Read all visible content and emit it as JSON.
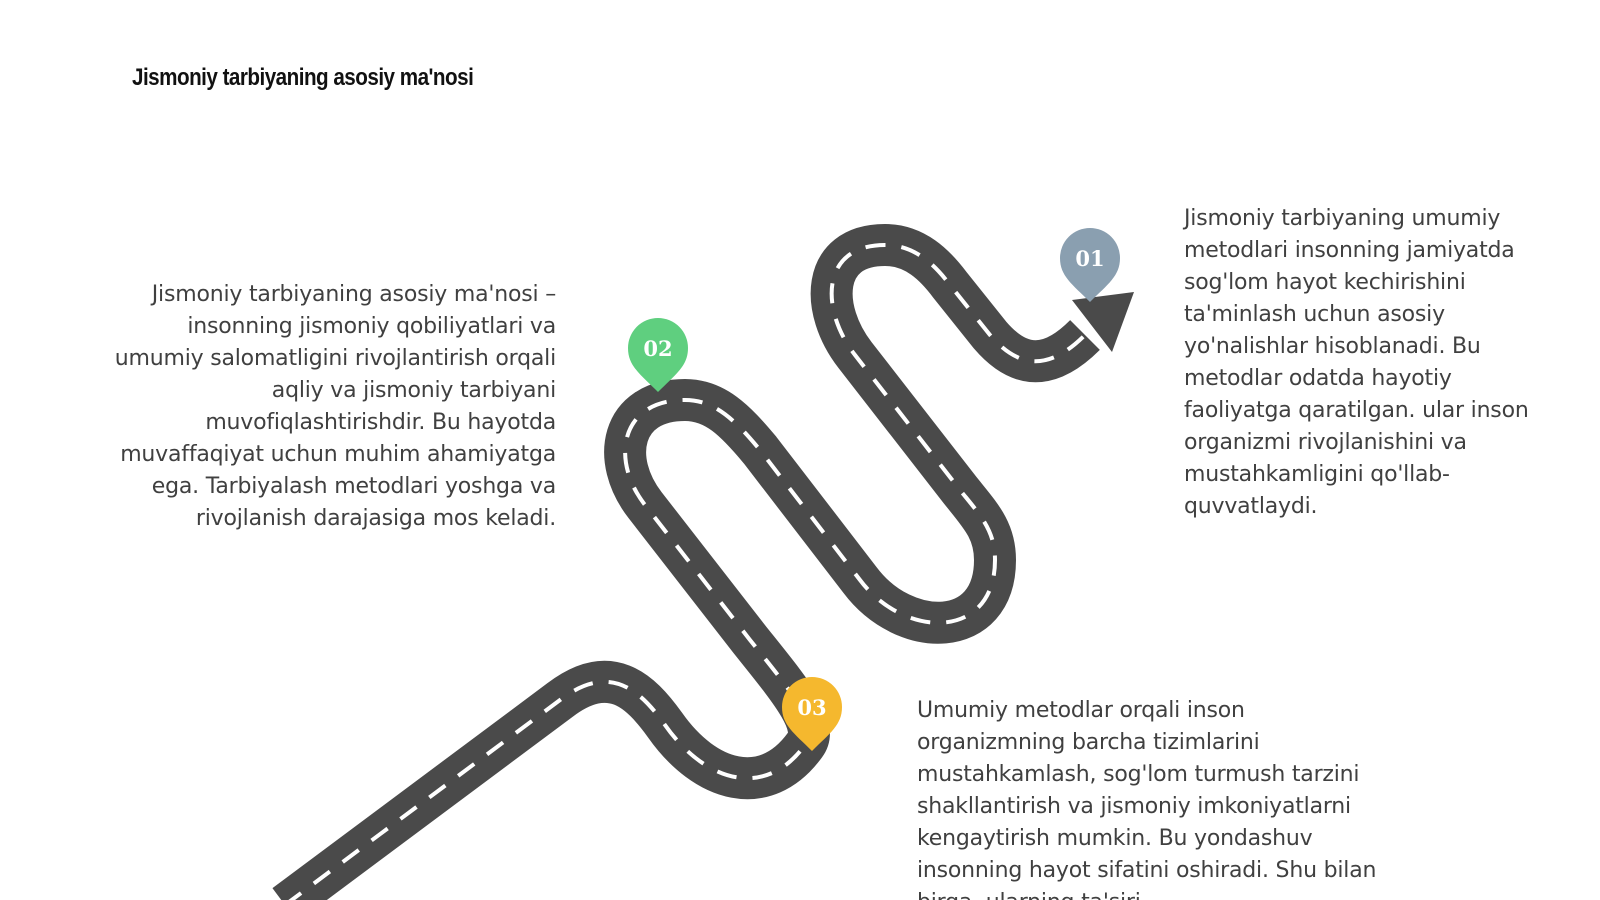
{
  "slide": {
    "title": "Jismoniy tarbiyaning asosiy ma'nosi"
  },
  "road": {
    "color": "#4a4a4a",
    "dash_color": "#ffffff"
  },
  "pins": [
    {
      "label": "01",
      "color": "#8a9fb0"
    },
    {
      "label": "02",
      "color": "#5fcf7f"
    },
    {
      "label": "03",
      "color": "#f5b82e"
    }
  ],
  "blocks": {
    "left": "Jismoniy tarbiyaning asosiy ma'nosi – insonning jismoniy qobiliyatlari va umumiy salomatligini rivojlantirish orqali aqliy va jismoniy tarbiyani muvofiqlashtirishdir. Bu hayotda muvaffaqiyat uchun muhim ahamiyatga ega. Tarbiyalash metodlari yoshga va rivojlanish darajasiga mos keladi.",
    "right": "Jismoniy tarbiyaning umumiy metodlari insonning jamiyatda sog'lom hayot kechirishini ta'minlash uchun asosiy yo'nalishlar hisoblanadi. Bu metodlar odatda hayotiy faoliyatga qaratilgan. ular inson organizmi rivojlanishini va mustahkamligini qo'llab-quvvatlaydi.",
    "bottom": "Umumiy metodlar orqali inson organizmning barcha tizimlarini mustahkamlash, sog'lom turmush tarzini shakllantirish va jismoniy imkoniyatlarni kengaytirish mumkin. Bu yondashuv insonning hayot sifatini oshiradi. Shu bilan birga, ularning ta'siri"
  }
}
